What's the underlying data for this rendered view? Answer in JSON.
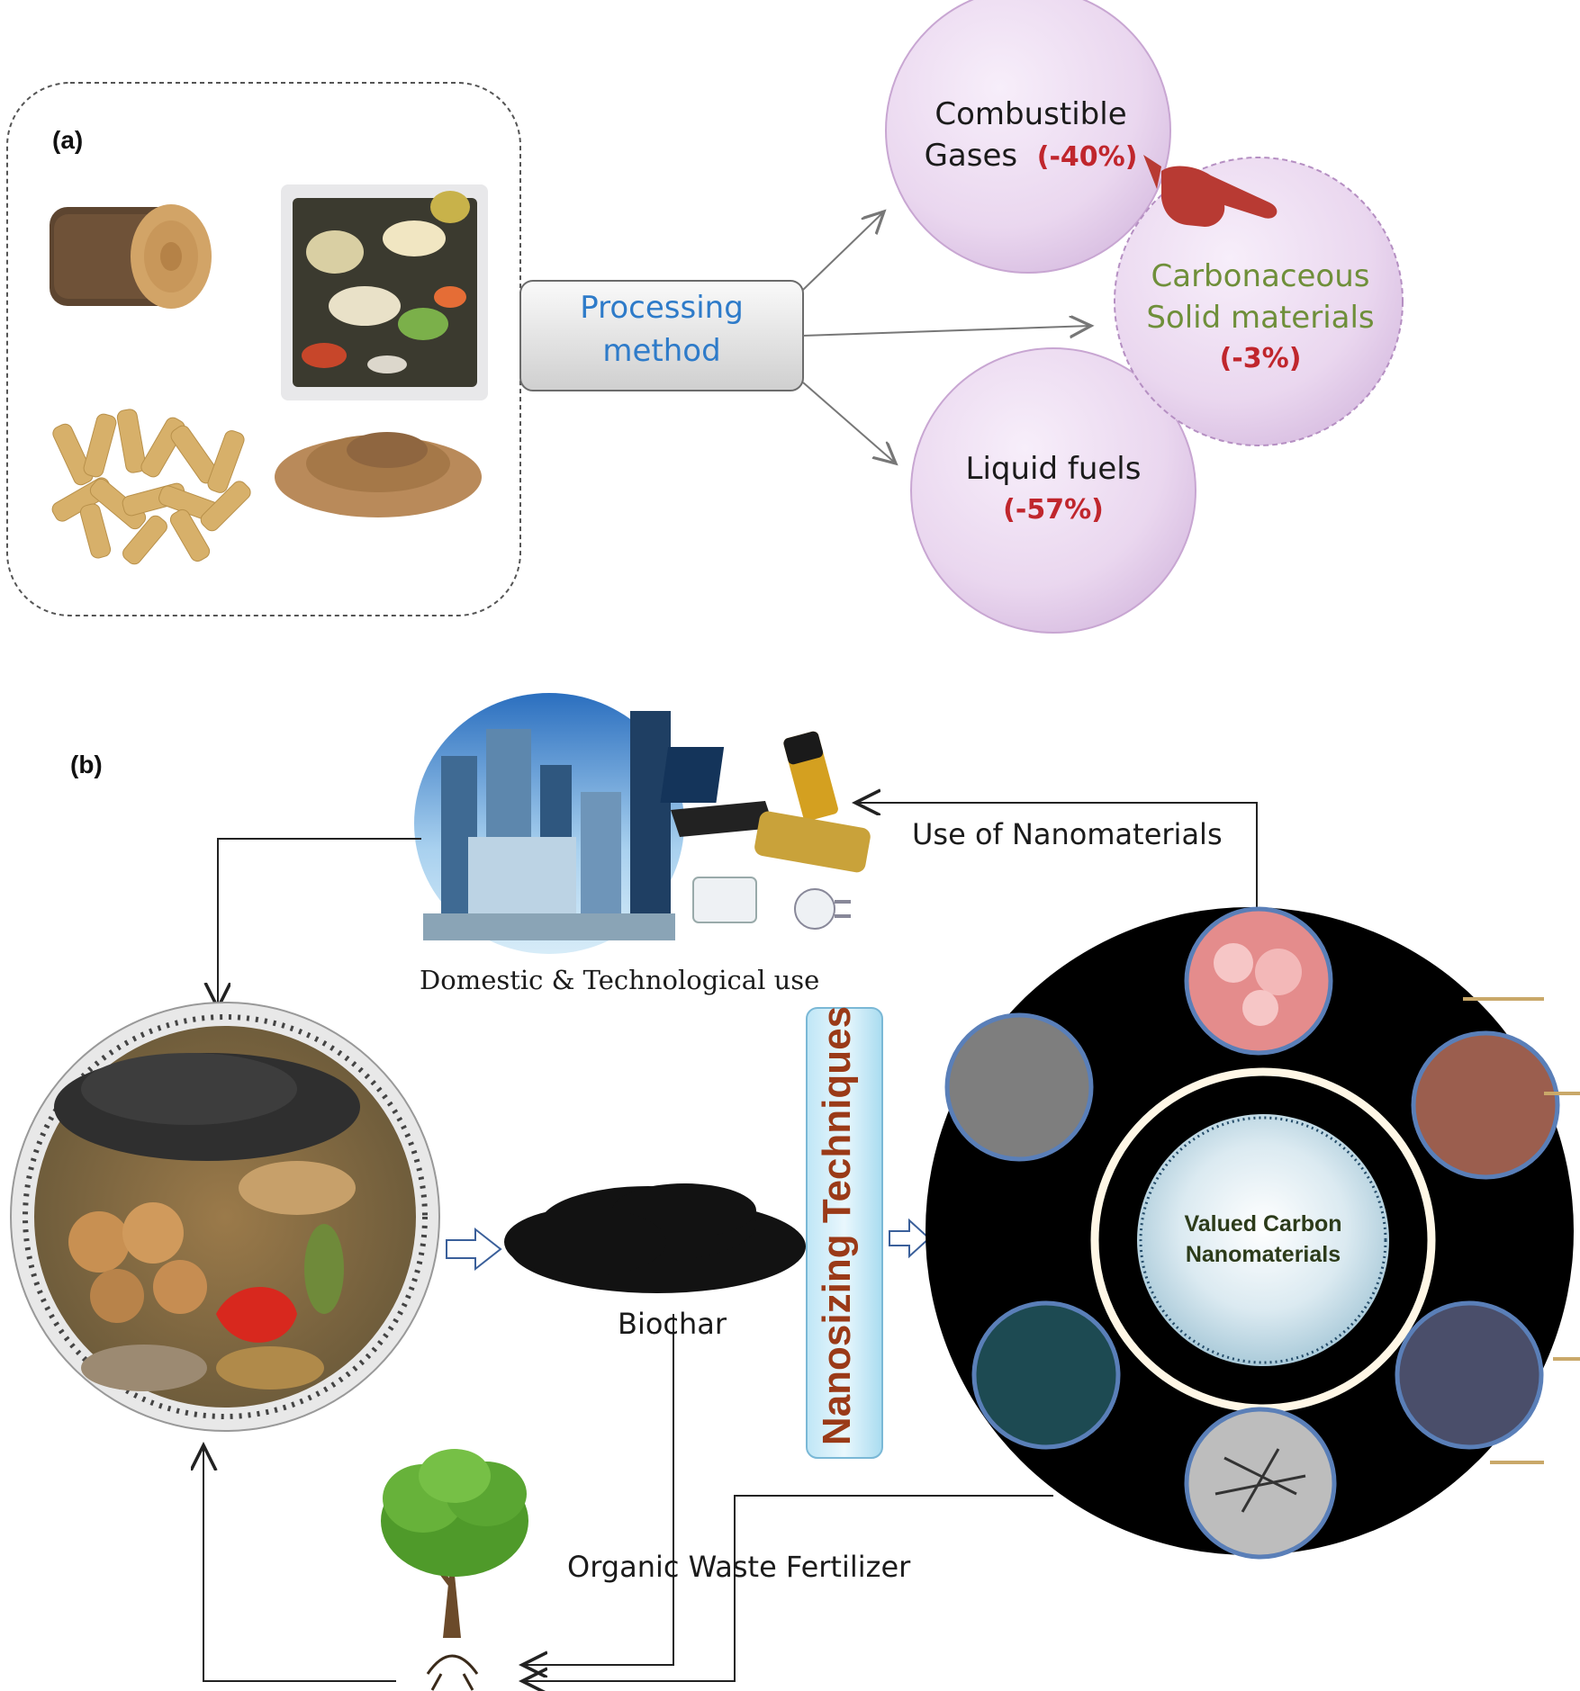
{
  "panel_a": {
    "letter": "(a)",
    "process_label_1": "Processing",
    "process_label_2": "method",
    "outputs": {
      "gases_1": "Combustible",
      "gases_2": "Gases",
      "gases_pct": "(-40%)",
      "solid_1": "Carbonaceous",
      "solid_2": "Solid materials",
      "solid_pct": "(-3%)",
      "liquid_1": "Liquid fuels",
      "liquid_pct": "(-57%)"
    }
  },
  "panel_b": {
    "letter": "(b)",
    "domestic_label": "Domestic & Technological use",
    "use_label": "Use of Nanomaterials",
    "biochar_label": "Biochar",
    "nanosizing_label": "Nanosizing Techniques",
    "center_1": "Valued Carbon",
    "center_2": "Nanomaterials",
    "fertilizer_label": "Organic Waste Fertilizer"
  },
  "colors": {
    "process_text": "#2e7bc9",
    "solid_text": "#6f8f3a",
    "pct_text": "#c0262d",
    "nanosizing_text": "#9a3a18",
    "circle_fill": "#ead7ef",
    "center_text": "#2c3b1a"
  }
}
